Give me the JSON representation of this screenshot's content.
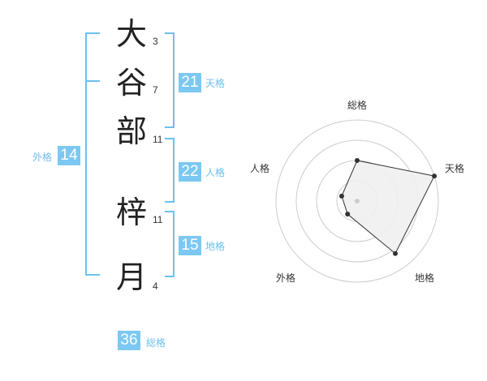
{
  "name_chars": [
    {
      "char": "大",
      "strokes": "3"
    },
    {
      "char": "谷",
      "strokes": "7"
    },
    {
      "char": "部",
      "strokes": "11"
    },
    {
      "char": "梓",
      "strokes": "11"
    },
    {
      "char": "月",
      "strokes": "4"
    }
  ],
  "badges": {
    "tenkaku": {
      "value": "21",
      "label": "天格"
    },
    "jinkaku": {
      "value": "22",
      "label": "人格"
    },
    "chikaku": {
      "value": "15",
      "label": "地格"
    },
    "gaikaku": {
      "value": "14",
      "label": "外格"
    },
    "soukaku": {
      "value": "36",
      "label": "総格"
    }
  },
  "colors": {
    "accent": "#7cc8f2",
    "bracket": "#6cc0ee",
    "radar_fill": "#efefef",
    "radar_stroke": "#333333",
    "grid": "#cccccc"
  },
  "chart_data": {
    "type": "radar",
    "axes": [
      "総格",
      "天格",
      "地格",
      "外格",
      "人格"
    ],
    "values": [
      0.5,
      1.0,
      0.8,
      0.2,
      0.2
    ],
    "max": 1.0,
    "rings": 4
  }
}
